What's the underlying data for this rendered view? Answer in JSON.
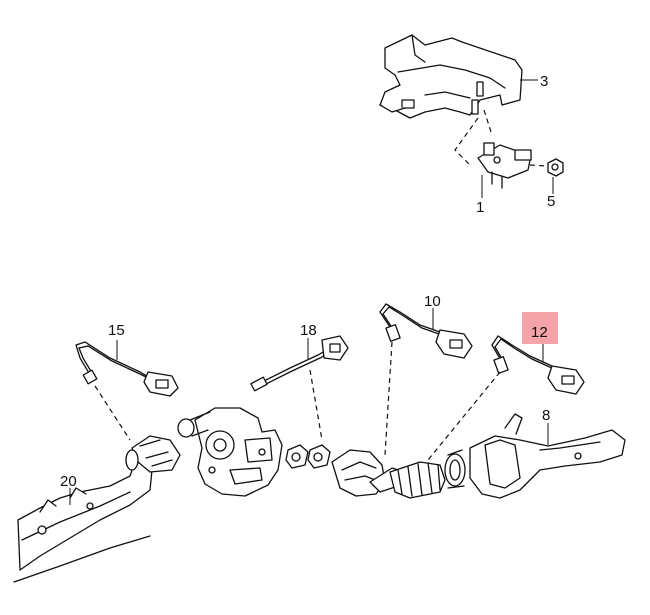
{
  "callouts": [
    {
      "id": "c1",
      "label": "1"
    },
    {
      "id": "c3",
      "label": "3"
    },
    {
      "id": "c5",
      "label": "5"
    },
    {
      "id": "c8",
      "label": "8"
    },
    {
      "id": "c10",
      "label": "10"
    },
    {
      "id": "c12",
      "label": "12",
      "highlighted": true
    },
    {
      "id": "c15",
      "label": "15"
    },
    {
      "id": "c18",
      "label": "18"
    },
    {
      "id": "c20",
      "label": "20"
    }
  ],
  "colors": {
    "highlight": "#f4a3a8",
    "line": "#111111",
    "background": "#ffffff"
  }
}
